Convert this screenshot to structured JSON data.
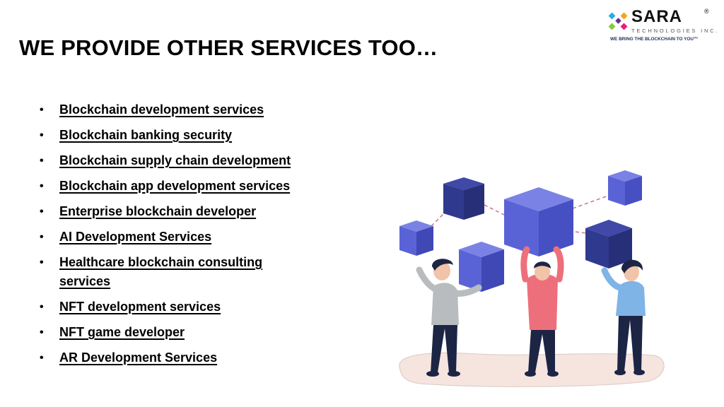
{
  "title": "WE PROVIDE OTHER SERVICES TOO…",
  "logo": {
    "name": "SARA",
    "registered": "®",
    "subtitle": "TECHNOLOGIES INC.",
    "tagline": "WE BRING THE BLOCKCHAIN TO YOU™",
    "icon": "sara-logo-mark-icon"
  },
  "bullet": "•",
  "services": [
    "Blockchain development services",
    "Blockchain banking security",
    "Blockchain supply chain development",
    "Blockchain app development services",
    "Enterprise blockchain developer",
    "AI Development Services",
    "Healthcare blockchain consulting services",
    "NFT development services",
    "NFT game developer",
    "AR Development Services"
  ],
  "illustration": {
    "icon": "people-lifting-blockchain-cubes-illustration",
    "colors": {
      "cube_light": "#5a63d6",
      "cube_dark": "#2f3a8f",
      "ground": "#f6e4df",
      "person_left_shirt": "#b9bcbf",
      "person_middle_shirt": "#ee6f7c",
      "person_right_shirt": "#7fb4e6",
      "pants": "#1d2545"
    }
  }
}
